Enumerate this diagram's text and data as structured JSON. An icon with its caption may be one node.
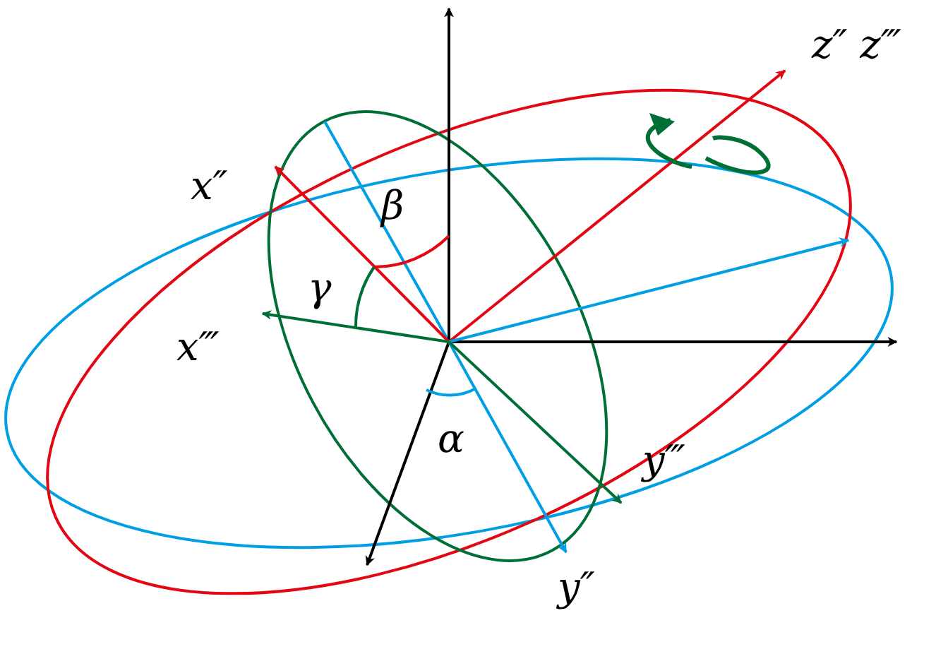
{
  "diagram": {
    "labels": [
      "z″ z‴",
      "x″",
      "β",
      "γ",
      "x‴",
      "y‴",
      "α",
      "y″"
    ]
  }
}
